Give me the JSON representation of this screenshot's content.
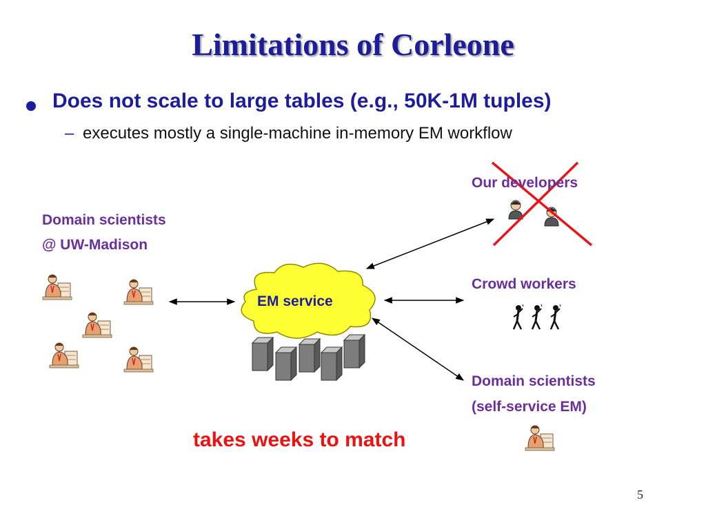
{
  "slide": {
    "title": "Limitations of Corleone",
    "bullet": "Does not scale to large tables (e.g., 50K-1M tuples)",
    "sub_bullet": "executes mostly a single-machine in-memory EM workflow",
    "page_number": "5"
  },
  "diagram": {
    "left_group_line1": "Domain scientists",
    "left_group_line2": "@ UW-Madison",
    "center_label": "EM service",
    "right_top": "Our developers",
    "right_middle": "Crowd workers",
    "right_bottom_line1": "Domain scientists",
    "right_bottom_line2": "(self-service EM)",
    "caption": "takes weeks to match"
  },
  "colors": {
    "title": "#1d1d9c",
    "label": "#6a2f9c",
    "cloud": "#ffff33",
    "cross": "#e8141a",
    "caption": "#ee1111"
  }
}
